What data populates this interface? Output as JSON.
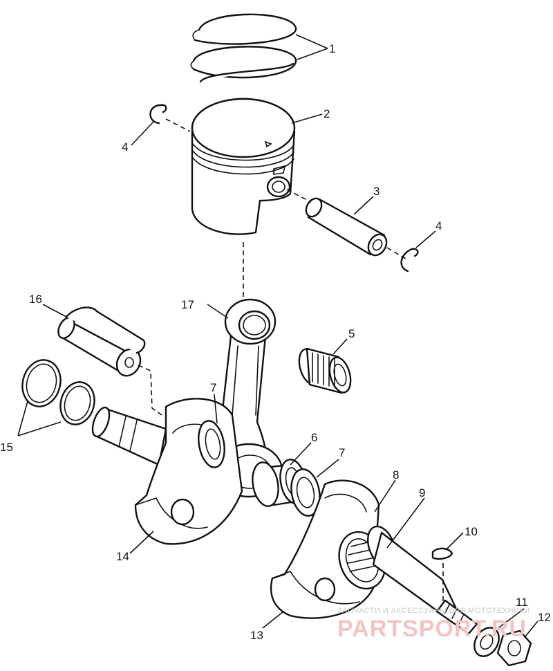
{
  "callouts": {
    "c1": "1",
    "c2": "2",
    "c3": "3",
    "c4a": "4",
    "c4b": "4",
    "c5": "5",
    "c6": "6",
    "c7a": "7",
    "c7b": "7",
    "c8": "8",
    "c9": "9",
    "c10": "10",
    "c11": "11",
    "c12": "12",
    "c13": "13",
    "c14": "14",
    "c15": "15",
    "c16": "16",
    "c17": "17"
  },
  "watermark": {
    "caption": "ЗАПЧАСТИ И АКСЕССУАРЫ ДЛЯ МОТОТЕХНИКИ",
    "brand": "PARTSPORT.RU"
  },
  "colors": {
    "line": "#111111",
    "watermark_brand": "#f2c4c4",
    "watermark_caption": "#c9c9c9"
  }
}
